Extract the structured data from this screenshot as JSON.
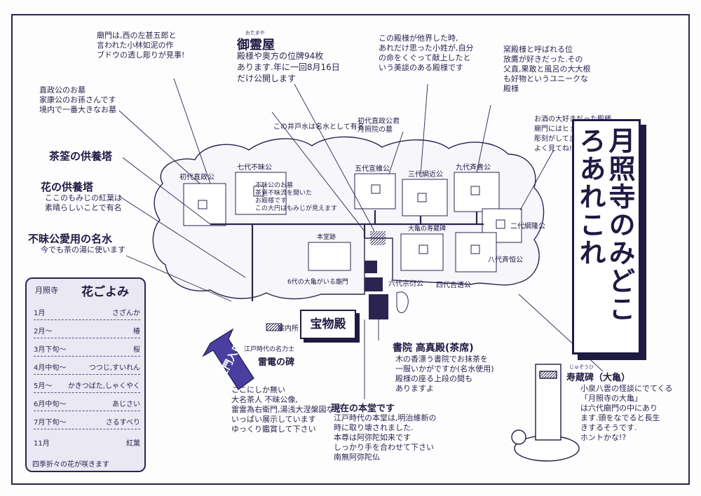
{
  "title": "月照寺のみどころあれこれ",
  "headings": {
    "otamaya": "御霊屋",
    "otamaya_ruby": "おたまや",
    "chasen": "茶筌の供養塔",
    "hana": "花の供養塔",
    "water": "不昧公愛用の名水",
    "shoin": "書院 高真殿(茶席)",
    "hondo": "現在の本堂です",
    "jukeihi": "寿蔵碑（大亀）",
    "jukeihi_ruby": "じゅぞうひ",
    "raiden": "雷電の碑",
    "raiden_note": "江戸時代の名力士",
    "treasure": "宝物殿",
    "entrance": "正門入口",
    "info": "案内所",
    "well": "この井戸水は名水として有名"
  },
  "notes": {
    "mausoleum_gate": "廟門は,西の左甚五郎と\n言われた小林如泥の作\nブドウの透し彫りが見事!",
    "naomasa": "直政公のお墓\n家康公のお孫さんです\n境内で一番大きなお墓",
    "otamaya": "殿様や奥方の位牌94枚\nあります.年に一回8月16日\nだけ公開します",
    "loyal": "この殿様が他界した時,\nあれだけ思った小姓が,自分\nの命をくぐって献上したと\nいう美談のある殿様です",
    "kiln": "窯殿様と呼ばれる位\n放鷹が好きだった.その\n父直,果敢と風呂の大大根\nも好物というユニークな\n殿様",
    "sake": "お酒の大好きだった殿様\n廟門にはヒョウタンの\n彫刻がしてますよ\nよく見てね!",
    "fumai_tomb": "不昧公のお墓\n茶道不昧流を開いた\nお殿様です\nこの大円はもみじが見えます",
    "naomasa_first": "初代直政公君\n月照院の墓",
    "hana": "ここのもみじの紅葉は\n素晴らしいことで有名",
    "water": "今でも茶の湯に使います",
    "shoin": "木の香漂う書院でお抹茶を\n一服いかがですか(名水使用)\n殿様の座る上段の間も\nありますよ",
    "hondo": "江戸時代の本堂は,明治維新の\n時に取り壊されました.\n本尊は阿弥陀如来です\nしっかり手を合わせて下さい\n南無阿弥陀仏",
    "jukeihi": "小泉八雲の怪談にでてくる\n「月照寺の大亀」\nは六代廟門の中にあり\nます.頭をなでると長生\nきするそうです.\nホントかな!?",
    "raiden": "ここにしか無い\n大名茶人 不昧公像,\n雷雷為右衛門,湯浅大涅槃図など\nいっぱい展示しています\nゆっくり鑑賞して下さい"
  },
  "lords": {
    "first": "初代直政公",
    "seventh": "七代不昧公",
    "fifth": "五代宣維公",
    "third": "三代綱近公",
    "ninth": "九代斉貴公",
    "second": "二代綱隆公",
    "eighth": "八代斉恒公",
    "sixth": "六代宗衍公",
    "fourth": "四代吉透公",
    "okame": "大亀の寿蔵碑",
    "sixth_okame": "6代の大亀がいる廟門",
    "honden": "本堂跡"
  },
  "calendar": {
    "header": "月照寺",
    "title": "花ごよみ",
    "rows": [
      {
        "month": "1月",
        "flower": "さざんか"
      },
      {
        "month": "2月〜",
        "flower": "椿"
      },
      {
        "month": "3月下旬〜",
        "flower": "桜"
      },
      {
        "month": "4月中旬〜",
        "flower": "つつじ,すいれん"
      },
      {
        "month": "5月〜",
        "flower": "かきつばた,しゃくやく"
      },
      {
        "month": "6月中旬〜",
        "flower": "あじさい"
      },
      {
        "month": "7月下旬〜",
        "flower": "さるすべり"
      },
      {
        "month": "11月",
        "flower": "紅葉"
      }
    ],
    "footer": "四季折々の花が咲きます"
  },
  "colors": {
    "ink": "#1f1a42",
    "paper": "#fdfdfe",
    "calendar_bg": "#e9e8f3",
    "arrow": "#4a3fa0"
  }
}
